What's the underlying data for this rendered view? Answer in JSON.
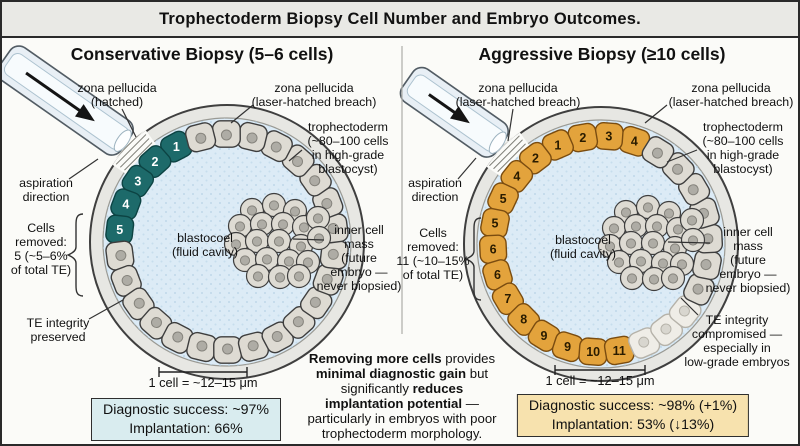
{
  "title": "Trophectoderm Biopsy Cell Number and Embryo Outcomes.",
  "palette": {
    "teal": "#1d6a6a",
    "teal_edge": "#0c4343",
    "teal_num": "#ffffff",
    "orange": "#e3a33c",
    "orange_edge": "#7a4c10",
    "orange_num": "#2a1c00",
    "cell_fill": "#dedbd3",
    "cell_edge": "#3e3e3e",
    "nucleus": "#aeaca5",
    "nucleus_edge": "#85837c",
    "pale_fill": "#efede7",
    "pale_edge": "#b5b2a9",
    "pale_nucleus": "#d8d6cf",
    "zona_fill": "#e7e7e3",
    "zona_edge": "#3f3f3f",
    "zona_inner_edge": "#9a9a94",
    "blastocoel": "#dcebf6",
    "stipple": "#b7d3e6",
    "pipette_body": "#e8eff5",
    "pipette_bore": "#f7fbfd",
    "pipette_edge": "#525c64",
    "leader": "#333333"
  },
  "panels": [
    {
      "id": "conservative",
      "heading": "Conservative Biopsy (5–6 cells)",
      "cell_numbers": [
        "1",
        "2",
        "3",
        "4",
        "5"
      ],
      "labels": {
        "zona_top_left": [
          "zona pellucida",
          "(hatched)"
        ],
        "zona_top_right": [
          "zona pellucida",
          "(laser-hatched breach)"
        ],
        "trophectoderm": [
          "trophectoderm",
          "(~80–100 cells",
          "in high-grade",
          "blastocyst)"
        ],
        "aspiration": [
          "aspiration",
          "direction"
        ],
        "cells_removed": [
          "Cells",
          "removed:",
          "5 (~5–6%",
          "of total TE)"
        ],
        "blastocoel": [
          "blastocoel",
          "(fluid cavity)"
        ],
        "icm": [
          "inner cell",
          "mass",
          "(future",
          "embryo —",
          "never biopsied)"
        ],
        "te_integrity": [
          "TE integrity",
          "preserved"
        ]
      },
      "scale_label": "1 cell = ~12–15 μm",
      "outcome": {
        "line1": "Diagnostic success: ~97%",
        "line2": "Implantation: 66%",
        "bg": "#d9ecef"
      }
    },
    {
      "id": "aggressive",
      "heading": "Aggressive Biopsy (≥10 cells)",
      "cell_numbers": [
        "4",
        "3",
        "2",
        "1",
        "2",
        "4",
        "5",
        "5",
        "6",
        "6",
        "7",
        "8",
        "9",
        "9",
        "10",
        "11"
      ],
      "labels": {
        "zona_top_left": [
          "zona pellucida",
          "(laser-hatched breach)"
        ],
        "zona_top_right": [
          "zona pellucida",
          "(laser-hatched breach)"
        ],
        "trophectoderm": [
          "trophectoderm",
          "(~80–100 cells",
          "in high-grade",
          "blastocyst)"
        ],
        "aspiration": [
          "aspiration",
          "direction"
        ],
        "cells_removed": [
          "Cells",
          "removed:",
          "11 (~10–15%",
          "of total TE)"
        ],
        "blastocoel": [
          "blastocoel",
          "(fluid cavity)"
        ],
        "icm": [
          "inner cell",
          "mass",
          "(future",
          "embryo —",
          "never biopsied)"
        ],
        "te_integrity": [
          "TE integrity",
          "compromised —",
          "especially in",
          "low-grade embryos"
        ]
      },
      "scale_label": "1 cell = ~12–15 μm",
      "outcome": {
        "line1": "Diagnostic success: ~98% (+1%)",
        "line2": "Implantation: 53% (↓13%)",
        "bg": "#f7e2ae"
      }
    }
  ],
  "note_lines": [
    [
      {
        "t": "Removing more cells",
        "b": true
      },
      {
        "t": " provides",
        "b": false
      }
    ],
    [
      {
        "t": "minimal diagnostic gain",
        "b": true
      },
      {
        "t": " but",
        "b": false
      }
    ],
    [
      {
        "t": "significantly ",
        "b": false
      },
      {
        "t": "reduces",
        "b": true
      }
    ],
    [
      {
        "t": "implantation potential",
        "b": true
      },
      {
        "t": " —",
        "b": false
      }
    ],
    [
      {
        "t": "particularly in embryos with poor",
        "b": false
      }
    ],
    [
      {
        "t": "trophectoderm morphology.",
        "b": false
      }
    ]
  ]
}
